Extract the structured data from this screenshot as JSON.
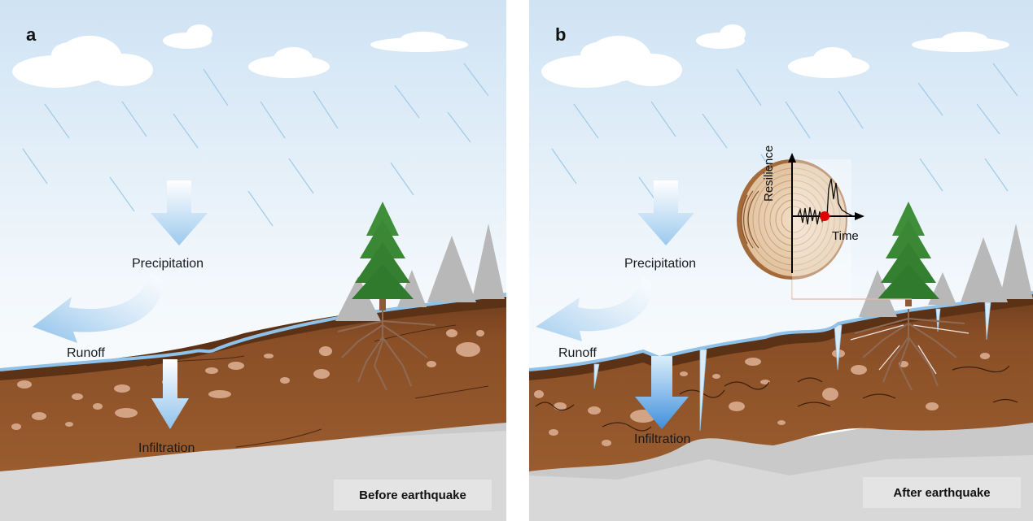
{
  "panels": [
    {
      "letter": "a",
      "badge": "Before earthquake",
      "labels": {
        "precipitation": "Precipitation",
        "runoff": "Runoff",
        "infiltration": "Infiltration"
      }
    },
    {
      "letter": "b",
      "badge": "After earthquake",
      "labels": {
        "precipitation": "Precipitation",
        "runoff": "Runoff",
        "infiltration": "Infiltration"
      },
      "inset": {
        "y_label": "Resilience",
        "x_label": "Time"
      }
    }
  ],
  "colors": {
    "sky_top": "#cfe3f4",
    "soil": "#8a4f27",
    "soil_dark": "#6a3a1a",
    "water_line": "#8ec2ea",
    "bedrock": "#c4c4c4",
    "tree_green": "#3f8f3a",
    "marker": "#e00000"
  }
}
